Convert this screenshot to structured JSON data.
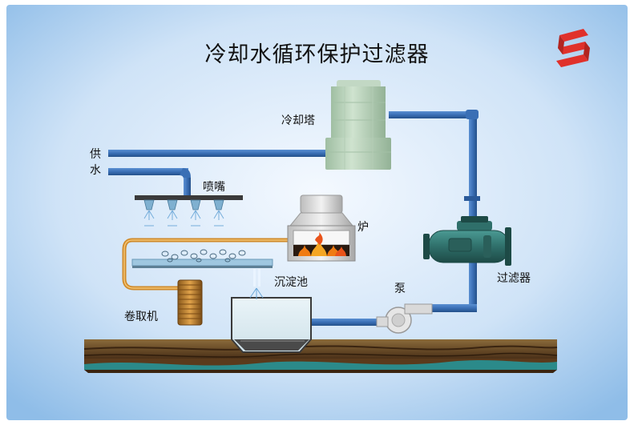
{
  "title": "冷却水循环保护过滤器",
  "labels": {
    "cooling_tower": "冷却塔",
    "supply": "供",
    "water": "水",
    "nozzle": "喷嘴",
    "furnace": "炉",
    "filter": "过滤器",
    "settling_tank": "沉淀池",
    "pump": "泵",
    "coiler": "卷取机"
  },
  "colors": {
    "pipe_blue": "#3a6fb5",
    "pipe_orange": "#d08a2a",
    "tower_green": "#b7d0b8",
    "filter_teal": "#2f6f6a",
    "logo_red": "#e0312b",
    "ground_brown": "#6b4a2a",
    "water_teal": "#2b8a8a"
  }
}
